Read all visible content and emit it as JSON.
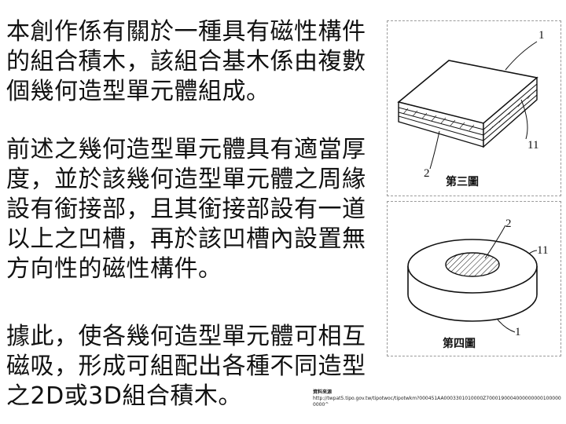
{
  "text": {
    "para1": "本創作係有關於一種具有磁性構件的組合積木，該組合基木係由複數個幾何造型單元體組成。",
    "para2": "前述之幾何造型單元體具有適當厚度，並於該幾何造型單元體之周緣設有銜接部，且其銜接部設有一道以上之凹槽，再於該凹槽內設置無方向性的磁性構件。",
    "para3": "據此，使各幾何造型單元體可相互磁吸，形成可組配出各種不同造型之2D或3D組合積木。"
  },
  "figure3": {
    "caption": "第三圖",
    "labels": {
      "l1": "1",
      "l11": "11",
      "l2": "2"
    }
  },
  "figure4": {
    "caption": "第四圖",
    "labels": {
      "l2": "2",
      "l11": "11",
      "l1": "1"
    }
  },
  "source": {
    "title": "資料來源",
    "url": "http://twpat5.tipo.gov.tw/tipotwoc/tipotwkm?000451AA0003301010000Z70001900040000000001000000000^"
  }
}
